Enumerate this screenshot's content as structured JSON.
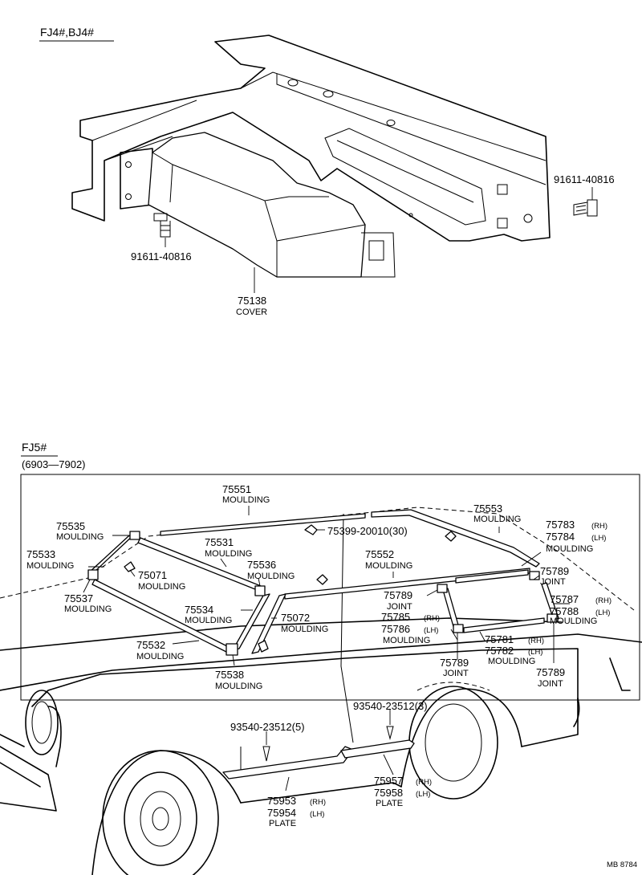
{
  "top_section": {
    "model": "FJ4#,BJ4#",
    "bolt_right": "91611-40816",
    "bolt_left": "91611-40816",
    "cover_part": "75138",
    "cover_label": "COVER"
  },
  "bottom_section": {
    "model": "FJ5#",
    "period": "(6903—7902)",
    "parts": {
      "p75551": {
        "num": "75551",
        "name": "MOULDING"
      },
      "p75553": {
        "num": "75553",
        "name": "MOULDING"
      },
      "p75535": {
        "num": "75535",
        "name": "MOULDING"
      },
      "p75399": {
        "num": "75399-20010(30)"
      },
      "p75783": {
        "num": "75783",
        "side": "(RH)"
      },
      "p75784": {
        "num": "75784",
        "side": "(LH)",
        "name": "MOULDING"
      },
      "p75533": {
        "num": "75533",
        "name": "MOULDING"
      },
      "p75531": {
        "num": "75531",
        "name": "MOULDING"
      },
      "p75536": {
        "num": "75536",
        "name": "MOULDING"
      },
      "p75552": {
        "num": "75552",
        "name": "MOULDING"
      },
      "p75789a": {
        "num": "75789",
        "name": "JOINT"
      },
      "p75071": {
        "num": "75071",
        "name": "MOULDING"
      },
      "p75537": {
        "num": "75537",
        "name": "MOULDING"
      },
      "p75789b": {
        "num": "75789",
        "name": "JOINT"
      },
      "p75787": {
        "num": "75787",
        "side": "(RH)"
      },
      "p75788": {
        "num": "75788",
        "side": "(LH)",
        "name": "MOULDING"
      },
      "p75534": {
        "num": "75534",
        "name": "MOULDING"
      },
      "p75072": {
        "num": "75072",
        "name": "MOULDING"
      },
      "p75785": {
        "num": "75785",
        "side": "(RH)"
      },
      "p75786": {
        "num": "75786",
        "side": "(LH)",
        "name": "MOULDING"
      },
      "p75781": {
        "num": "75781",
        "side": "(RH)"
      },
      "p75782": {
        "num": "75782",
        "side": "(LH)",
        "name": "MOULDING"
      },
      "p75532": {
        "num": "75532",
        "name": "MOULDING"
      },
      "p75789c": {
        "num": "75789",
        "name": "JOINT"
      },
      "p75538": {
        "num": "75538",
        "name": "MOULDING"
      },
      "p75789d": {
        "num": "75789",
        "name": "JOINT"
      },
      "p93540a": {
        "num": "93540-23512(5)"
      },
      "p93540b": {
        "num": "93540-23512(3)"
      },
      "p75957": {
        "num": "75957",
        "side": "(RH)"
      },
      "p75958": {
        "num": "75958",
        "side": "(LH)",
        "name": "PLATE"
      },
      "p75953": {
        "num": "75953",
        "side": "(RH)"
      },
      "p75954": {
        "num": "75954",
        "side": "(LH)",
        "name": "PLATE"
      }
    }
  },
  "footer_code": "MB 8784"
}
